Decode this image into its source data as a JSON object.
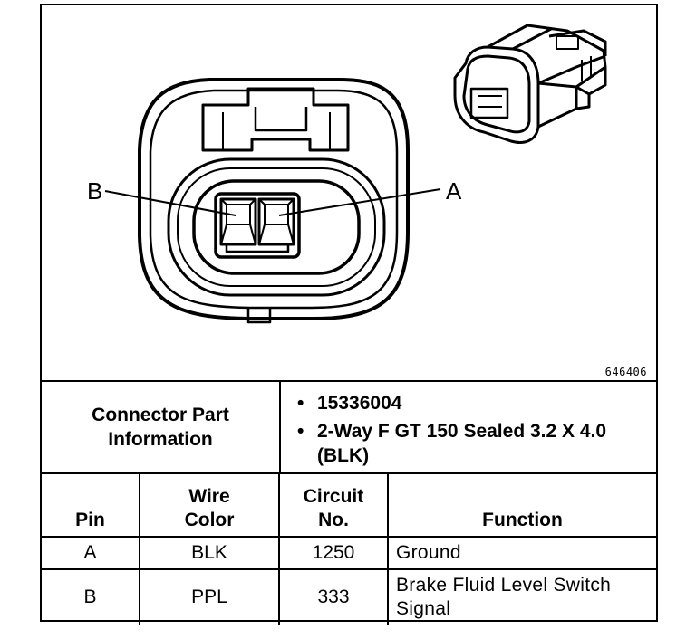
{
  "diagram": {
    "figure_number": "646406",
    "pin_labels": {
      "b": "B",
      "a": "A"
    }
  },
  "connector_info": {
    "title": "Connector Part Information",
    "items": [
      "15336004",
      "2-Way F GT 150 Sealed 3.2 X 4.0 (BLK)"
    ],
    "bullet": "•"
  },
  "pin_table": {
    "headers": {
      "pin": "Pin",
      "wire_color": "Wire Color",
      "circuit_no": "Circuit No.",
      "function": "Function"
    },
    "rows": [
      {
        "pin": "A",
        "wire_color": "BLK",
        "circuit": "1250",
        "function": "Ground"
      },
      {
        "pin": "B",
        "wire_color": "PPL",
        "circuit": "333",
        "function": "Brake Fluid Level Switch Signal"
      }
    ]
  }
}
